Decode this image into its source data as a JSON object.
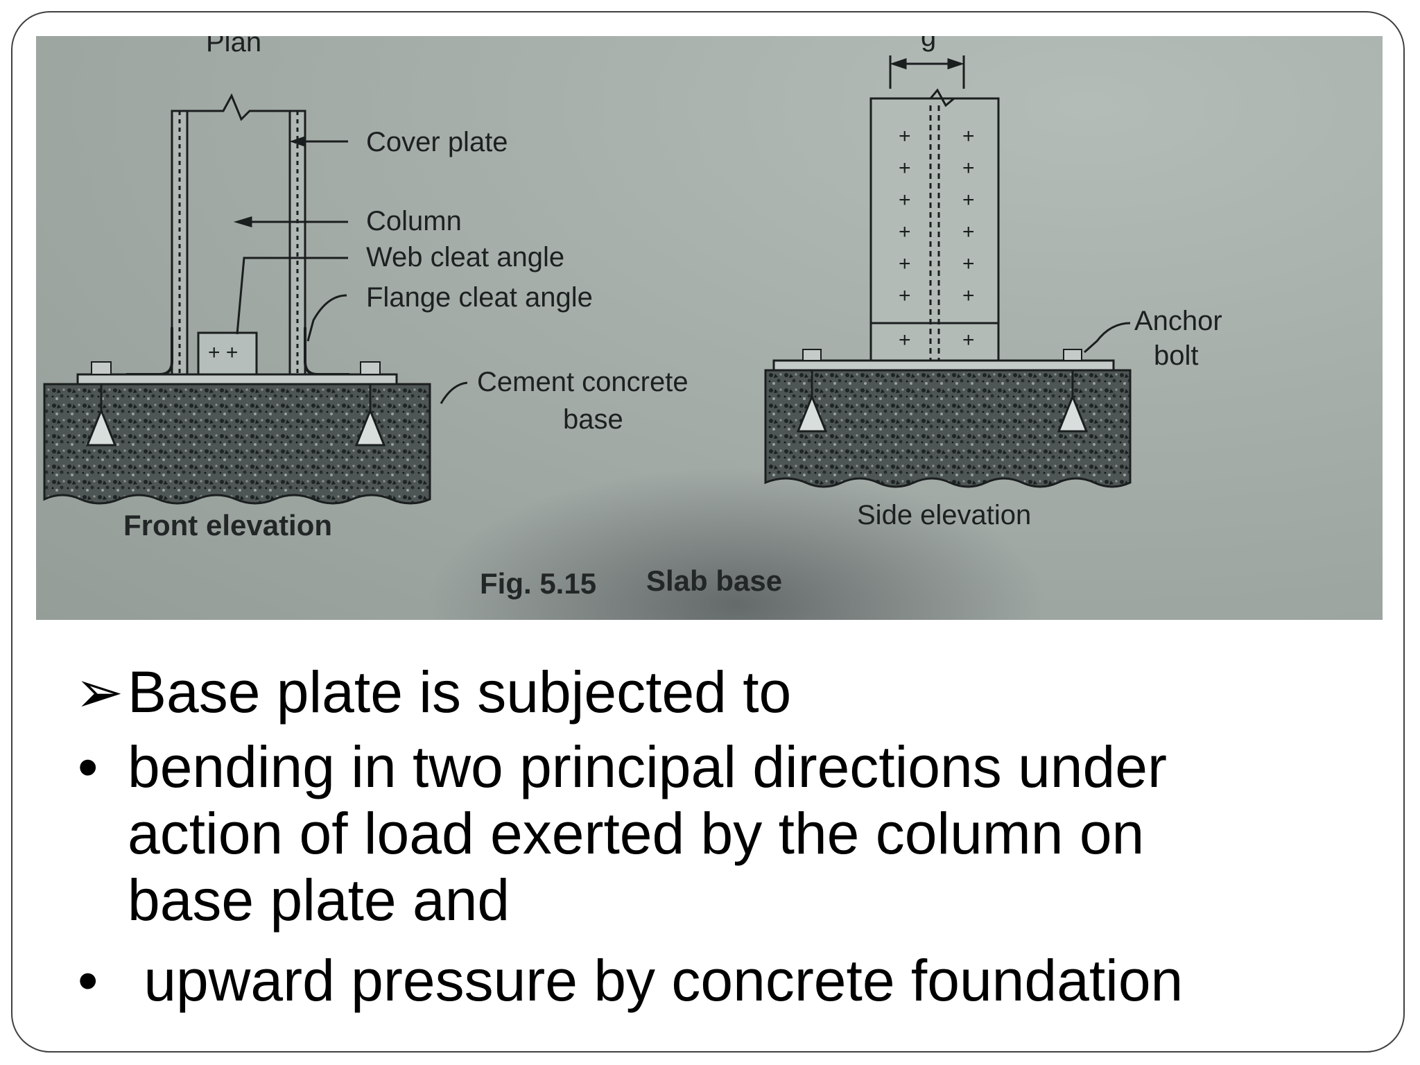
{
  "figure": {
    "plan_label": "Plan",
    "g_label": "g",
    "labels": {
      "cover_plate": "Cover plate",
      "column": "Column",
      "web_cleat_angle": "Web cleat angle",
      "flange_cleat_angle": "Flange cleat angle",
      "cement_concrete_line1": "Cement concrete",
      "cement_concrete_line2": "base",
      "anchor_line1": "Anchor",
      "anchor_line2": "bolt",
      "front_elevation": "Front elevation",
      "side_elevation": "Side elevation"
    },
    "caption_number": "Fig. 5.15",
    "caption_title": "Slab base"
  },
  "bullets": {
    "heading_marker": "➢",
    "heading": "Base plate is subjected to",
    "item_marker": "•",
    "item1_line1": "bending in two principal directions under",
    "item1_line2": "action of load exerted by the column on",
    "item1_line3": "base plate and",
    "item2": " upward pressure by concrete foundation"
  }
}
